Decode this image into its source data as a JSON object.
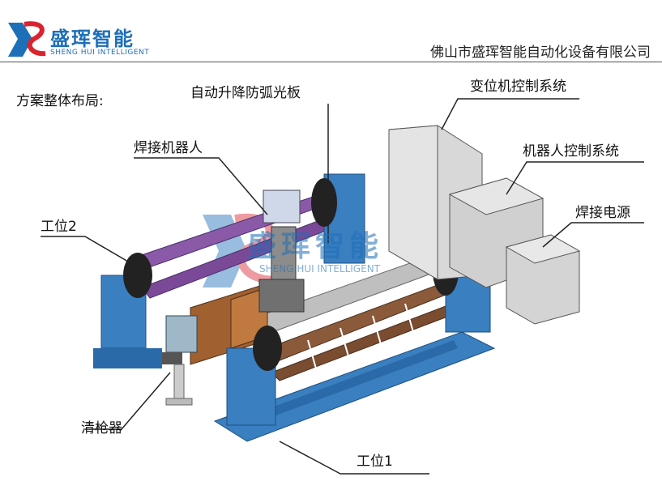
{
  "header": {
    "brand_cn": "盛珲智能",
    "brand_en": "SHENG HUI INTELLIGENT",
    "company": "佛山市盛珲智能自动化设备有限公司"
  },
  "labels": {
    "overall_layout": "方案整体布局:",
    "lifting_shield": "自动升降防弧光板",
    "positioner_control": "变位机控制系统",
    "welding_robot": "焊接机器人",
    "robot_control": "机器人控制系统",
    "station2": "工位2",
    "power_source": "焊接电源",
    "torch_cleaner": "清枪器",
    "station1": "工位1"
  },
  "watermark": {
    "cn": "盛珲智能",
    "en": "SHENG HUI INTELLIGENT"
  },
  "colors": {
    "brand_blue": "#1d6fb8",
    "positioner_blue": "#3a7fc0",
    "frame_purple": "#8a5aa8",
    "frame_brown": "#8a5a3a",
    "cabinet_grey": "#d8d8d8"
  }
}
